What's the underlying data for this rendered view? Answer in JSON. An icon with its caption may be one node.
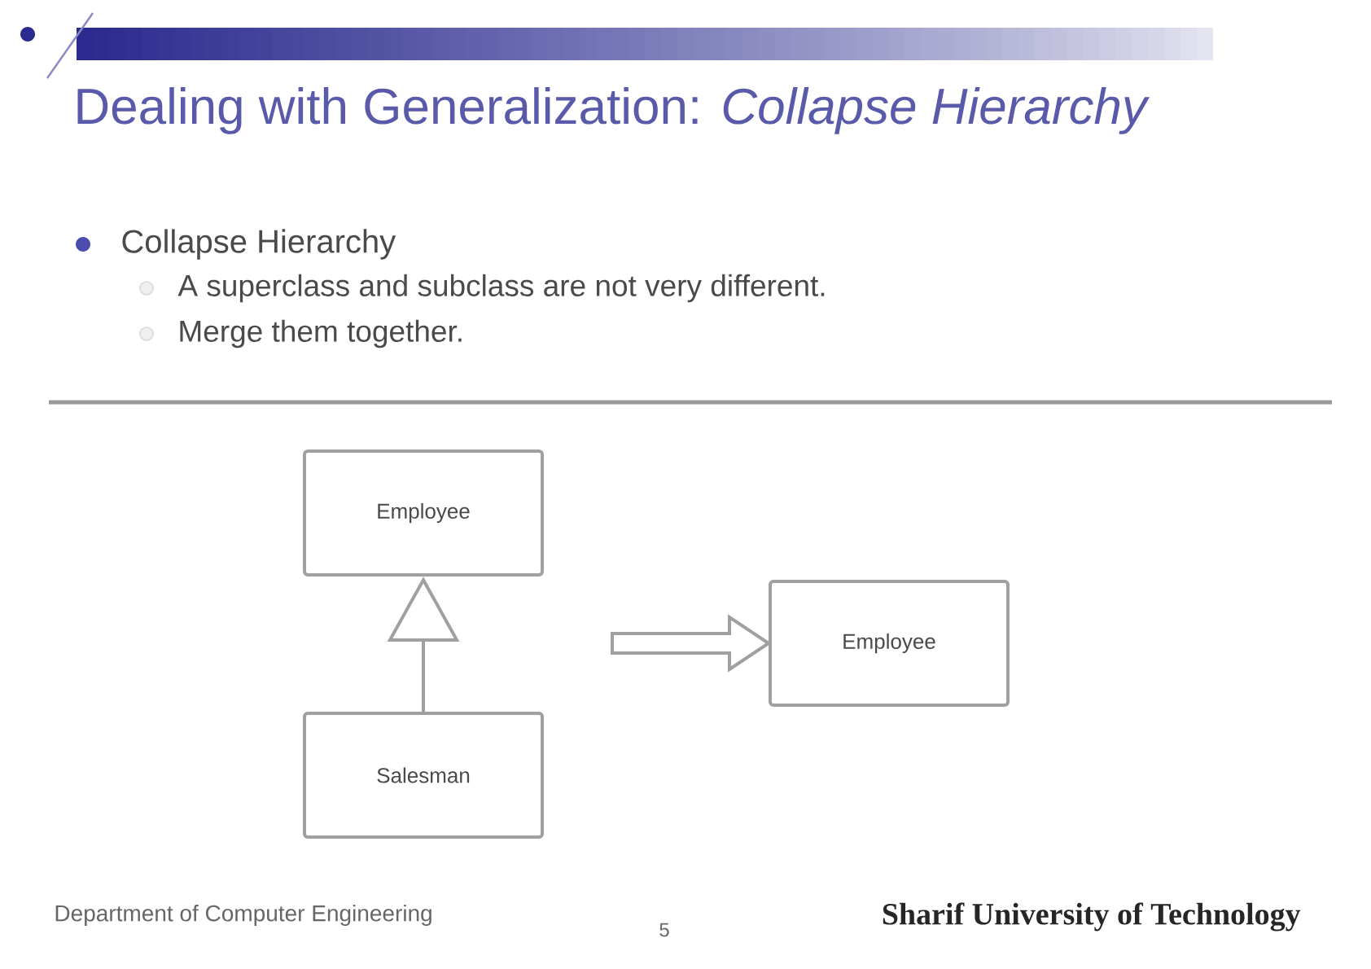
{
  "diagram": {
    "title": "Dealing with Generalization: *Collapse Hierarchy*",
    "nodes": [
      {
        "text": [
          "Employee"
        ]
      },
      {
        "text": [
          "Salesman"
        ]
      },
      {
        "text": [
          "Employee"
        ]
      }
    ],
    "edges": [
      {
        "from": 1,
        "to": 0,
        "arrow": "to"
      },
      {
        "from": null,
        "to": 2,
        "arrow": "to",
        "style": "thick"
      }
    ],
    "labels": [
      "Collapse Hierarchy",
      "A superclass and subclass are not very different.",
      "Merge them together.",
      "Department of Computer Engineering",
      "5",
      "Sharif University of Technology"
    ]
  }
}
